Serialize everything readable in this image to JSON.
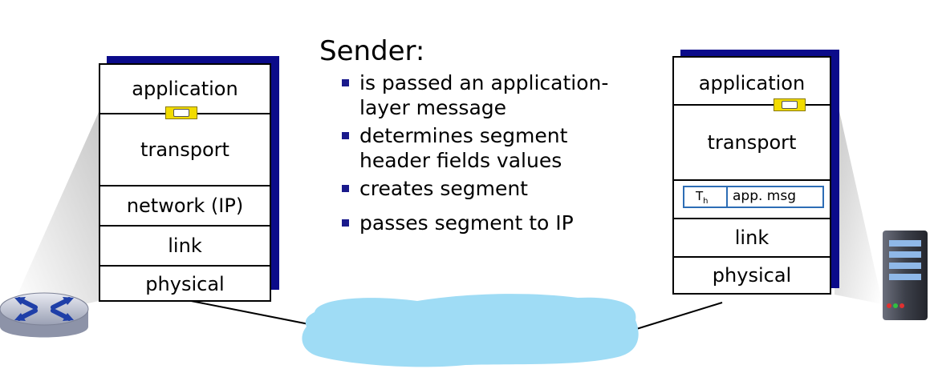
{
  "sender": {
    "title": "Sender:",
    "bullets": [
      "is passed an application-layer message",
      "determines segment header fields values",
      "creates segment",
      "passes segment to IP"
    ]
  },
  "left_stack": {
    "layers": [
      "application",
      "transport",
      "network (IP)",
      "link",
      "physical"
    ]
  },
  "right_stack": {
    "layers": [
      "application",
      "transport",
      "link",
      "physical"
    ],
    "segment": {
      "header": "T",
      "header_sub": "h",
      "payload": "app. msg"
    }
  },
  "colors": {
    "stack_shadow": "#0b0b8a",
    "cloud": "#9fdcf5",
    "segment_border": "#2d6db5",
    "message_icon": "#f2dc00",
    "bullet": "#1a1a8c"
  },
  "icons": [
    "router-icon",
    "server-icon",
    "network-cloud-icon",
    "message-icon"
  ]
}
